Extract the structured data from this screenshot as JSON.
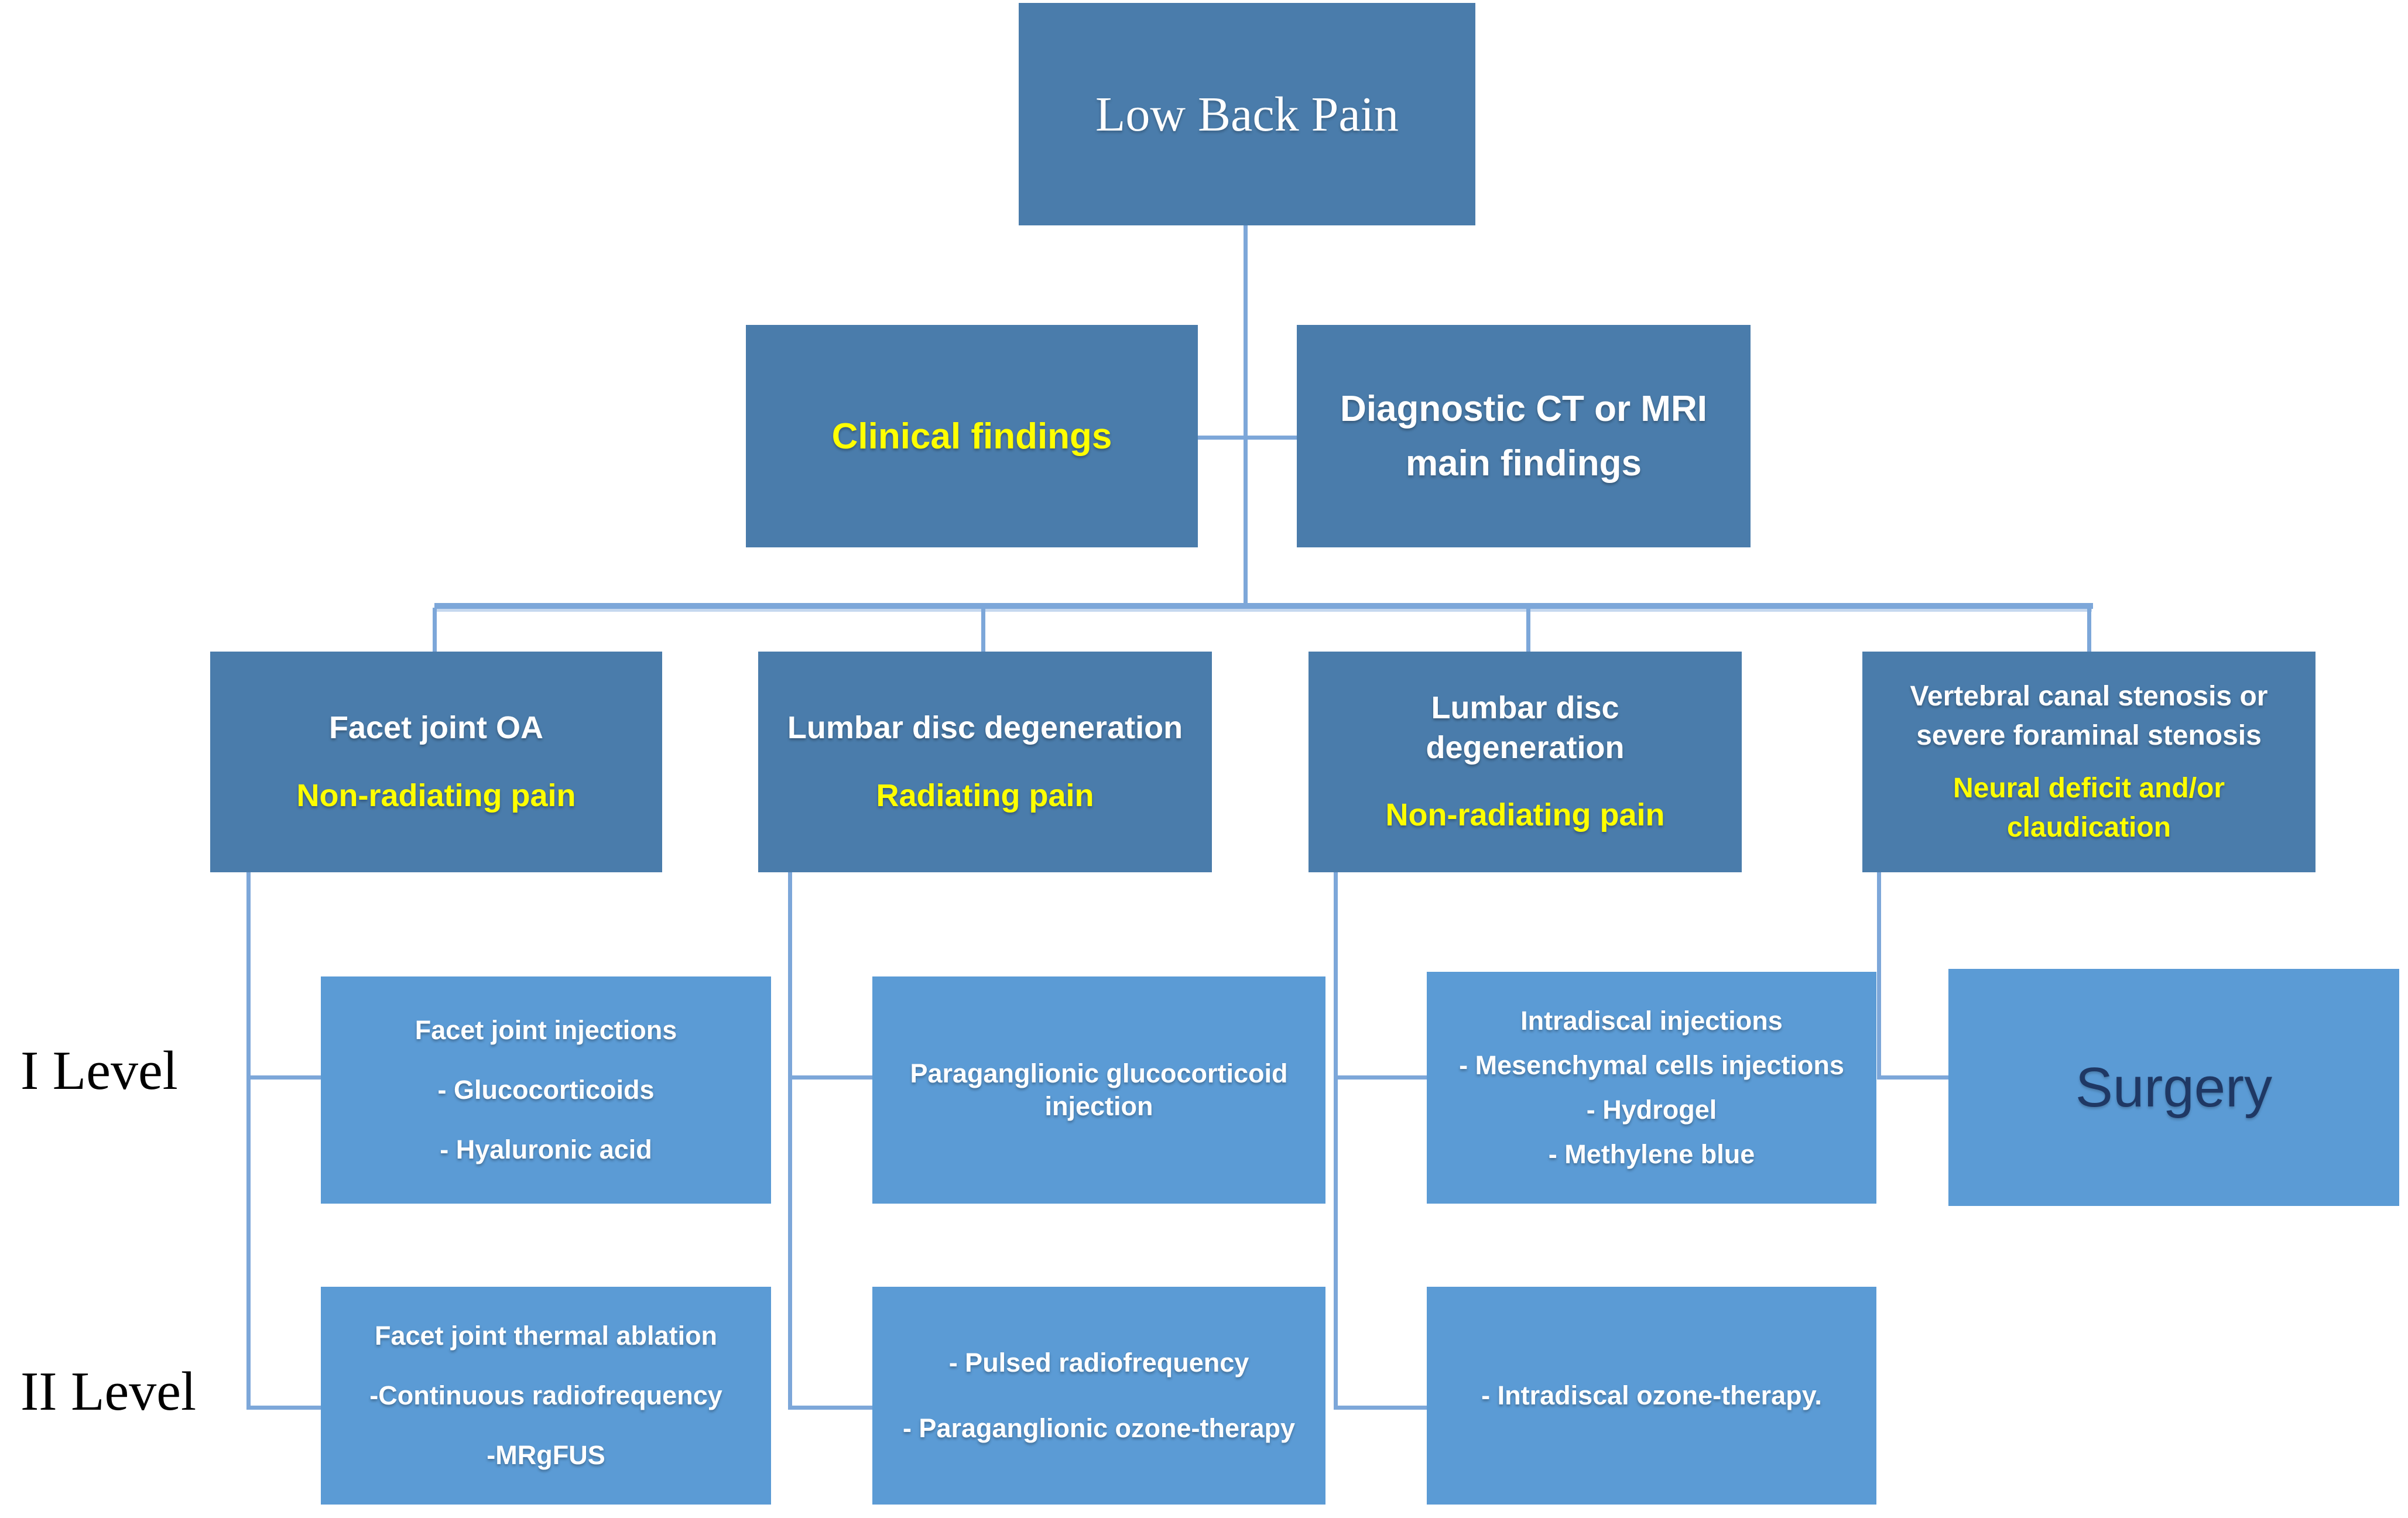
{
  "colors": {
    "box_dark": "#4a7cab",
    "box_light": "#5b9bd5",
    "highlight_yellow": "#ffff00",
    "connector_blue": "#7da7d9",
    "surgery_navy": "#1f3864",
    "text_white": "#ffffff"
  },
  "root": {
    "title": "Low Back Pain"
  },
  "assessment": {
    "clinical": {
      "label": "Clinical findings"
    },
    "diagnostic": {
      "label": "Diagnostic CT or MRI main findings"
    }
  },
  "row_labels": {
    "level1": "I Level",
    "level2": "II Level"
  },
  "columns": [
    {
      "diagnosis": "Facet joint OA",
      "symptom": "Non-radiating pain",
      "level1_treatment": {
        "lines": [
          "Facet joint injections",
          "- Glucocorticoids",
          "- Hyaluronic acid"
        ]
      },
      "level2_treatment": {
        "lines": [
          "Facet joint thermal ablation",
          "-Continuous radiofrequency",
          "-MRgFUS"
        ]
      }
    },
    {
      "diagnosis": "Lumbar disc degeneration",
      "symptom": "Radiating pain",
      "level1_treatment": {
        "lines": [
          "Paraganglionic glucocorticoid injection"
        ]
      },
      "level2_treatment": {
        "lines": [
          "- Pulsed radiofrequency",
          "- Paraganglionic ozone-therapy"
        ]
      }
    },
    {
      "diagnosis": "Lumbar disc degeneration",
      "symptom": "Non-radiating pain",
      "level1_treatment": {
        "lines": [
          "Intradiscal injections",
          "- Mesenchymal cells injections",
          "- Hydrogel",
          "- Methylene blue"
        ]
      },
      "level2_treatment": {
        "lines": [
          "- Intradiscal ozone-therapy."
        ]
      }
    },
    {
      "diagnosis": "Vertebral canal stenosis or severe foraminal stenosis",
      "symptom": "Neural deficit and/or claudication",
      "level1_treatment": {
        "lines": [
          "Surgery"
        ]
      }
    }
  ]
}
